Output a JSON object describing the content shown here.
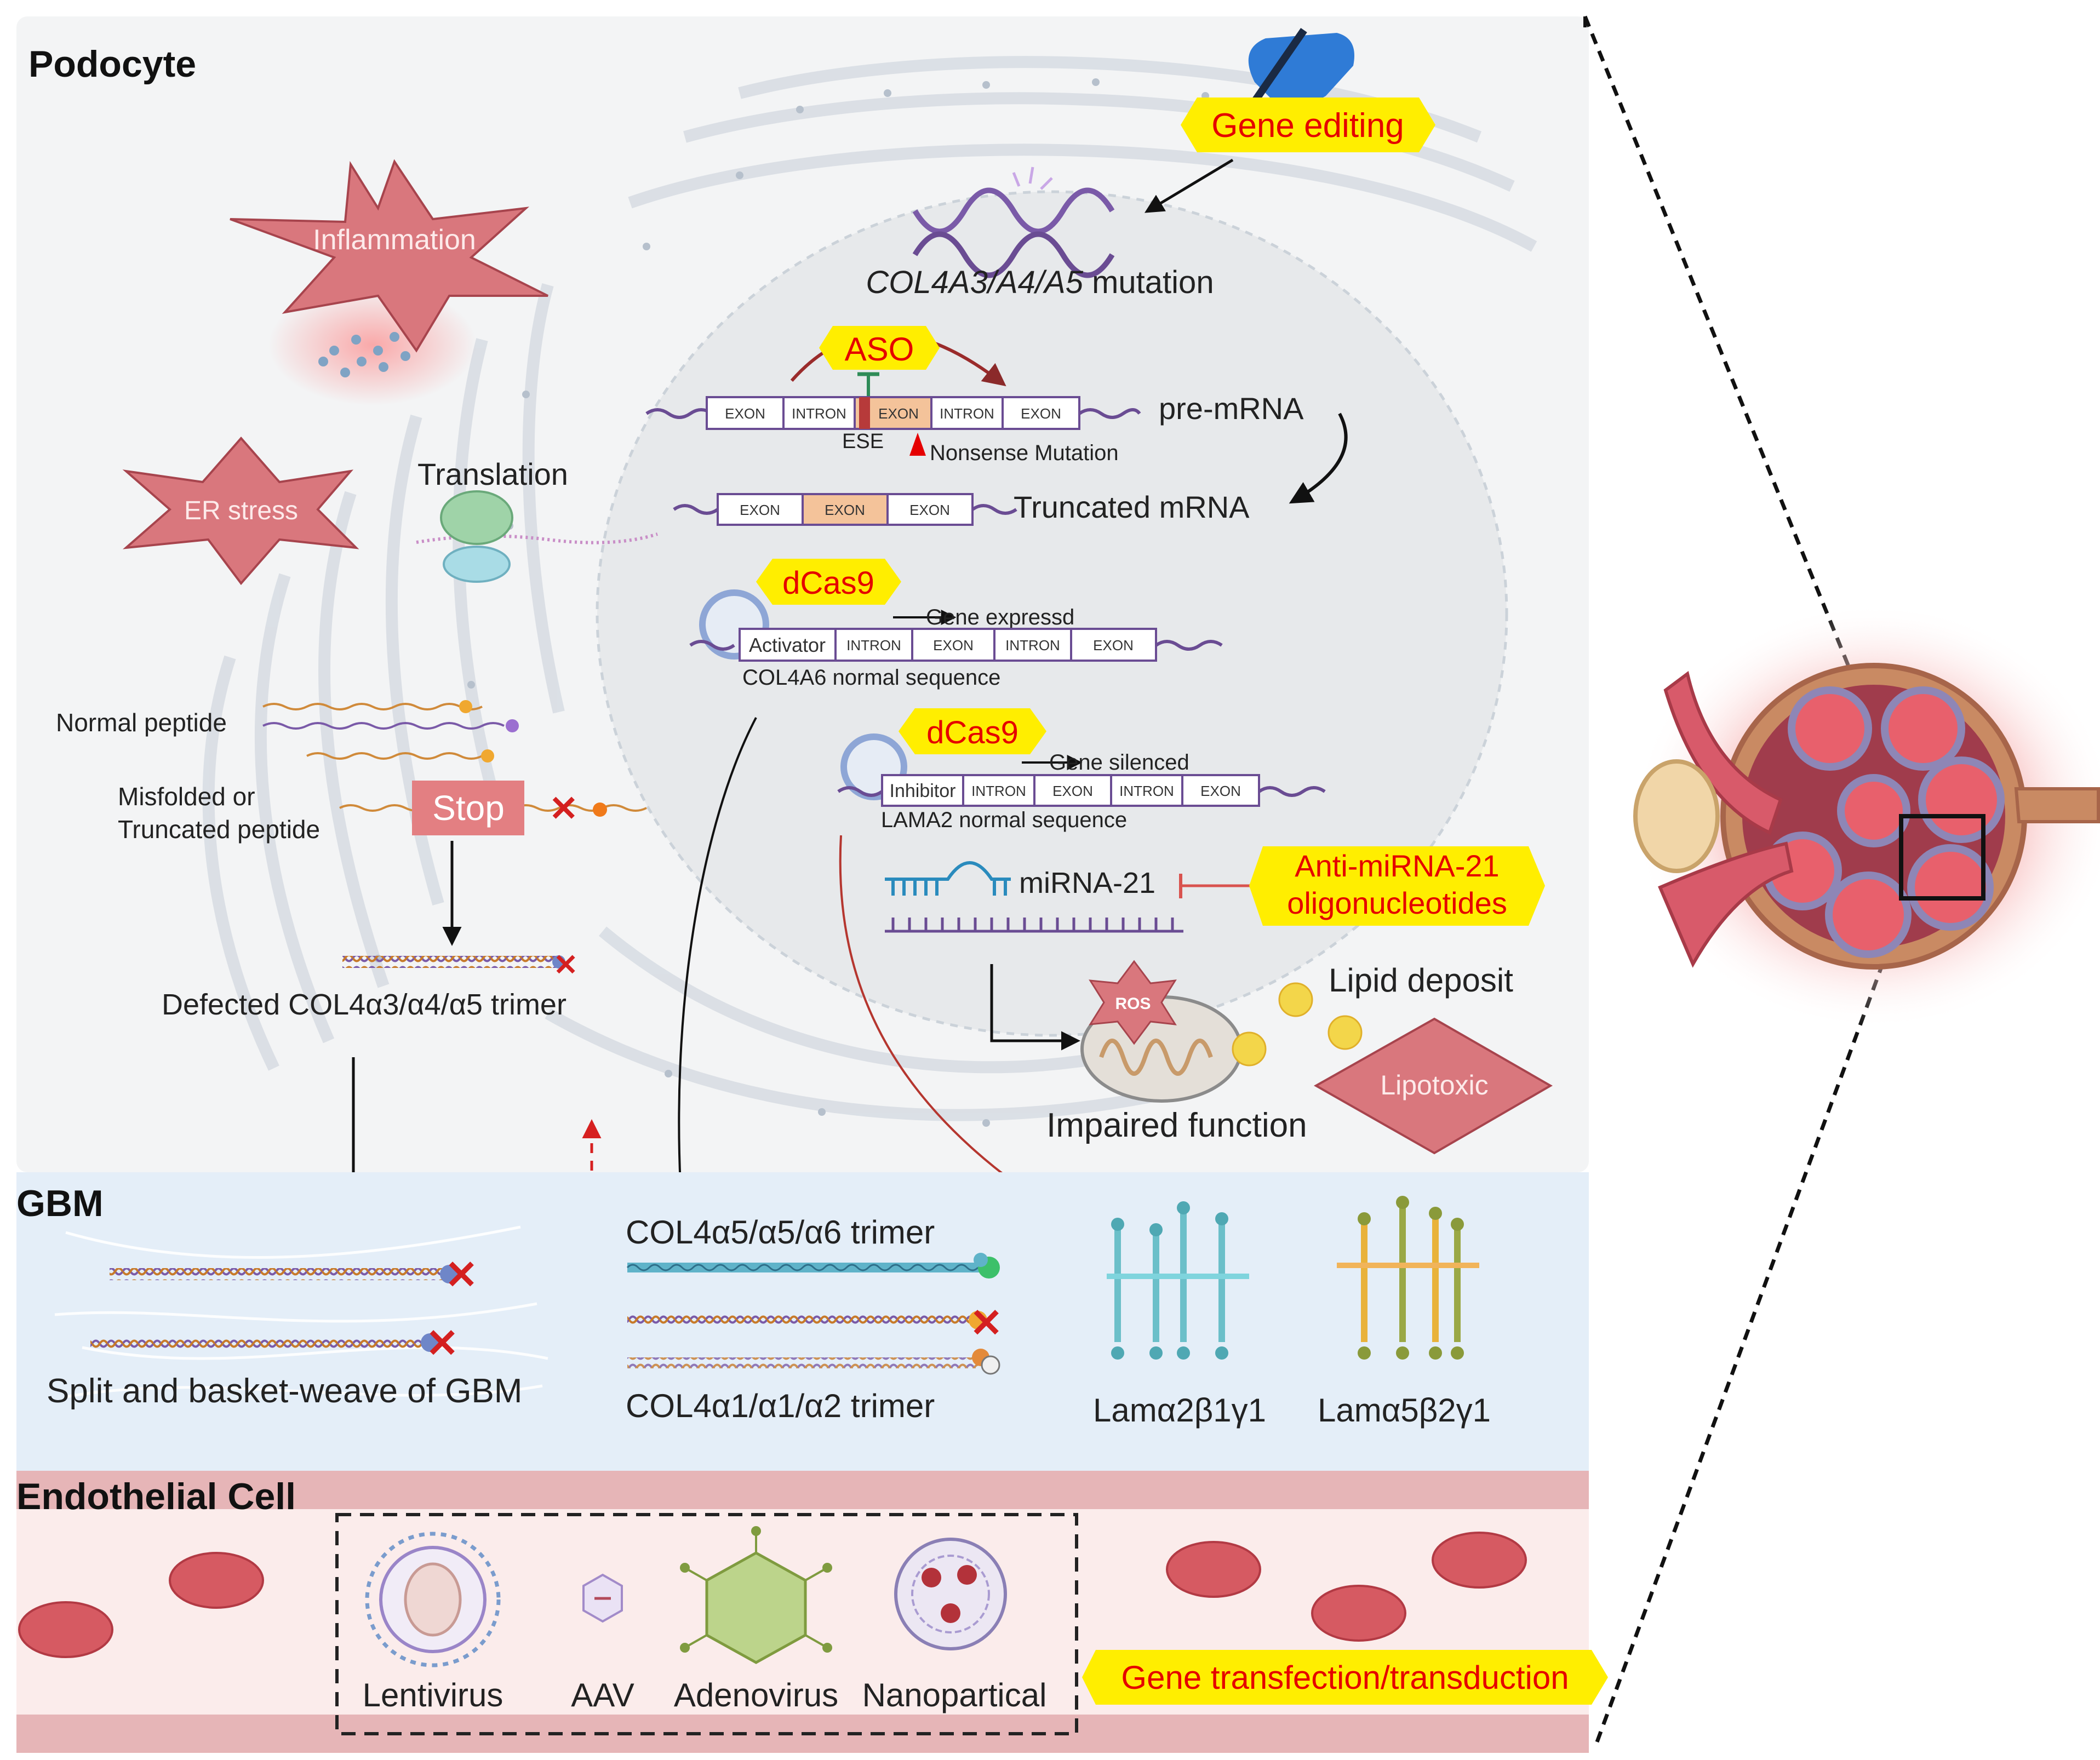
{
  "regions": {
    "podocyte": "Podocyte",
    "gbm": "GBM",
    "endothelial": "Endothelial Cell"
  },
  "therapies": {
    "gene_editing": "Gene editing",
    "aso": "ASO",
    "dcas9_1": "dCas9",
    "dcas9_2": "dCas9",
    "anti_mirna": [
      "Anti-miRNA-21",
      "oligonucleotides"
    ],
    "transfection": "Gene transfection/transduction"
  },
  "nucleus": {
    "mutation_gene": "COL4A3/A4/A5",
    "mutation_word": " mutation",
    "premrna_label": "pre-mRNA",
    "premrna_boxes": [
      "EXON",
      "INTRON",
      "EXON",
      "INTRON",
      "EXON"
    ],
    "ese": "ESE",
    "nonsense": "Nonsense Mutation",
    "truncated_label": "Truncated mRNA",
    "truncated_boxes": [
      "EXON",
      "EXON",
      "EXON"
    ],
    "activator_boxes": [
      "Activator",
      "INTRON",
      "EXON",
      "INTRON",
      "EXON"
    ],
    "gene_expressed": "Gene expressd",
    "col4a6_seq": "COL4A6 normal sequence",
    "inhibitor_boxes": [
      "Inhibitor",
      "INTRON",
      "EXON",
      "INTRON",
      "EXON"
    ],
    "gene_silenced": "Gene silenced",
    "lama2_seq": "LAMA2 normal sequence",
    "mirna": "miRNA-21"
  },
  "cytoplasm": {
    "inflammation": "Inflammation",
    "er_stress": "ER stress",
    "translation": "Translation",
    "normal_peptide": "Normal peptide",
    "misfolded": [
      "Misfolded or",
      "Truncated peptide"
    ],
    "stop": "Stop",
    "defected_trimer": "Defected COL4α3/α4/α5 trimer",
    "ros": "ROS",
    "lipid_deposit": "Lipid deposit",
    "lipotoxic": "Lipotoxic",
    "impaired": "Impaired function"
  },
  "gbm": {
    "split": "Split and basket-weave of GBM",
    "trimer_a": "COL4α5/α5/α6 trimer",
    "trimer_b": "COL4α1/α1/α2 trimer",
    "lama2": "Lamα2β1γ1",
    "lama5": "Lamα5β2γ1"
  },
  "vectors": [
    "Lentivirus",
    "AAV",
    "Adenovirus",
    "Nanopartical"
  ],
  "colors": {
    "highlight_yellow": "#ffee00",
    "therapy_red": "#e50000",
    "cell_bg": "#f3f4f5",
    "gbm_bg": "#e4eef8",
    "vessel_pink": "#e6b5b7",
    "vessel_light": "#fbeceb",
    "star_pink": "#d9777d",
    "exon_orange": "#f4c39a",
    "box_purple": "#6a4c93"
  }
}
